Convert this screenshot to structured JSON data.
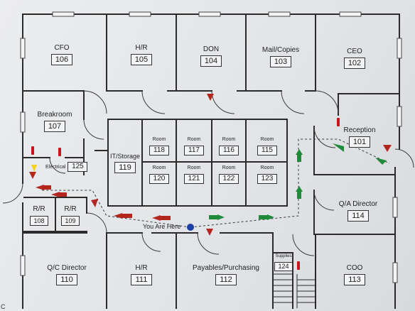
{
  "map": {
    "marker_label": "You Are Here",
    "corner_text": "C",
    "colors": {
      "wall": "#2b2b2b",
      "route_arrow_red": "#b3261e",
      "route_arrow_green": "#1e8a3a",
      "marker_blue": "#1f3fa8",
      "extinguisher": "#c4161c",
      "warning_yellow": "#f2d21b"
    }
  },
  "rooms": {
    "r106": {
      "name": "CFO",
      "number": "106"
    },
    "r105": {
      "name": "H/R",
      "number": "105"
    },
    "r104": {
      "name": "DON",
      "number": "104"
    },
    "r103": {
      "name": "Mail/Copies",
      "number": "103"
    },
    "r102": {
      "name": "CEO",
      "number": "102"
    },
    "r107": {
      "name": "Breakroom",
      "number": "107"
    },
    "r101": {
      "name": "Reception",
      "number": "101"
    },
    "r125": {
      "name": "Electrical",
      "number": "125"
    },
    "r119": {
      "name": "IT/Storage",
      "number": "119"
    },
    "r118": {
      "name": "Room",
      "number": "118"
    },
    "r117": {
      "name": "Room",
      "number": "117"
    },
    "r116": {
      "name": "Room",
      "number": "116"
    },
    "r115": {
      "name": "Room",
      "number": "115"
    },
    "r120": {
      "name": "Room",
      "number": "120"
    },
    "r121": {
      "name": "Room",
      "number": "121"
    },
    "r122": {
      "name": "Room",
      "number": "122"
    },
    "r123": {
      "name": "Room",
      "number": "123"
    },
    "r108": {
      "name": "R/R",
      "number": "108"
    },
    "r109": {
      "name": "R/R",
      "number": "109"
    },
    "r114": {
      "name": "Q/A Director",
      "number": "114"
    },
    "r124": {
      "name": "Supplies",
      "number": "124"
    },
    "r110": {
      "name": "Q/C Director",
      "number": "110"
    },
    "r111": {
      "name": "H/R",
      "number": "111"
    },
    "r112": {
      "name": "Payables/Purchasing",
      "number": "112"
    },
    "r113": {
      "name": "COO",
      "number": "113"
    }
  }
}
